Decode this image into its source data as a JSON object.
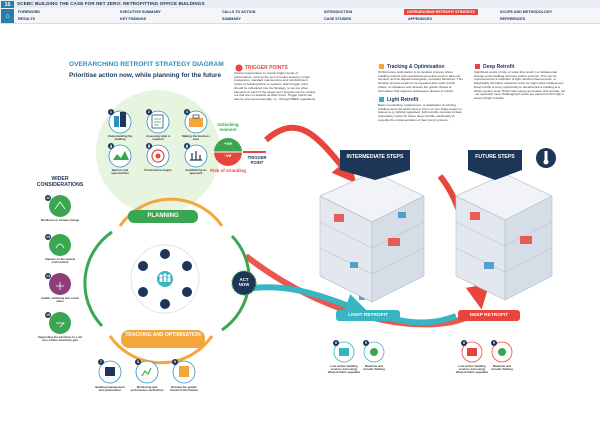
{
  "header": {
    "page_number": "16",
    "brand": "SCEBC BUILDING THE CASE FOR NET ZERO: RETROFITTING OFFICE BUILDINGS"
  },
  "nav": {
    "row1": [
      "FOREWORD",
      "EXECUTIVE SUMMARY",
      "CALLS TO ACTION",
      "INTRODUCTION",
      "OVERARCHING RETROFIT STRATEGY",
      "SCOPE AND METHODOLOGY"
    ],
    "row2": [
      "RESULTS",
      "KEY FINDINGS",
      "SUMMARY",
      "CASE STUDIES",
      "APPENDICES",
      "REFERENCES"
    ]
  },
  "title": "OVERARCHING RETROFIT STRATEGY DIAGRAM",
  "subtitle": "Prioritise action now, while planning for the future",
  "trigger": {
    "heading": "TRIGGER POINTS",
    "body": "Critical opportunities to 'unlock' higher levels of performance, such as the end of tenant lease(s), tenant possession, standard maintenance and refurbishment cycles of building fabric or systems. Each trigger point should be scheduled into the Strategy, to set out when elements of each of the longer-term projects can be carried out that are not feasible at other times. Trigger points can also be improved externally, i.e., through MEES regulations.",
    "label": "TRIGGER POINT"
  },
  "tracking_box": {
    "heading": "Tracking & Optimisation",
    "body": "Performance optimisation is an iterative process where building controls and operational set points need to take into account, and be adjusted alongside, occupant behaviour. This iterative process needs to be repeated after each retrofit phase, to rebalance and develop the golden thread of information that supports subsequent phases of retrofit."
  },
  "light_box": {
    "heading": "Light Retrofit",
    "body": "Basic remodelling, replacement, or adaptation of existing building elements which tend to focus on one single aspect or feature (e.g. lighting upgrades); light retrofits can also include preparatory works for future deep retrofits, particularly to expedite the implementation of heat pump systems."
  },
  "deep_box": {
    "heading": "Deep Retrofit",
    "body": "Significant works of size or scale that result in a fundamental change to the building structure and/or services. This can be represented as a collection of light retrofit enhancements, or individually disruptive measures such as major plant replacement. Deep retrofit is a key opportunity to decarbonise a building at a whole-system level; HVAC and energy generation and storage, etc. - an approach more challenging if works are carried out through a series of light retrofits."
  },
  "steps": [
    {
      "n": "1",
      "label": "Understanding the building"
    },
    {
      "n": "2",
      "label": "Assessing what is required"
    },
    {
      "n": "3",
      "label": "Making the business case"
    },
    {
      "n": "4",
      "label": "Barriers and opportunities"
    },
    {
      "n": "5",
      "label": "Performance targets"
    },
    {
      "n": "6",
      "label": "Establishing an approach"
    }
  ],
  "unlock": {
    "unlocking": "Unlocking moment",
    "pos": "+ve",
    "neg": "-ve",
    "risk": "Risk of stranding"
  },
  "wider": {
    "heading": "WIDER CONSIDERATIONS",
    "items": [
      {
        "n": "12",
        "label": "Resilience to climate change"
      },
      {
        "n": "13",
        "label": "Impacts on the natural environment"
      },
      {
        "n": "14",
        "label": "Health, wellbeing and social value"
      },
      {
        "n": "15",
        "label": "Supporting the transition to a net zero carbon electricity grid"
      }
    ]
  },
  "cycle": {
    "planning": "PLANNING",
    "tracking": "TRACKING AND OPTIMISATION",
    "act": "ACT NOW"
  },
  "bottom_steps": [
    {
      "n": "7",
      "label": "Building management and optimisation"
    },
    {
      "n": "8",
      "label": "Monitoring and performance verification"
    },
    {
      "n": "9",
      "label": "Develop the golden thread of information"
    }
  ],
  "intermediate": "INTERMEDIATE STEPS",
  "future": "FUTURE STEPS",
  "light_tag": "LIGHT RETROFIT",
  "deep_tag": "DEEP RETROFIT",
  "light_steps": [
    {
      "n": "8",
      "label": "Low carbon building services and energy efficient fabric upgrades"
    },
    {
      "n": "9",
      "label": "Materials and circular thinking"
    }
  ],
  "deep_steps": [
    {
      "n": "8",
      "label": "Low carbon building services and energy efficient fabric upgrades"
    },
    {
      "n": "9",
      "label": "Materials and circular thinking"
    }
  ],
  "colors": {
    "blue": "#2e8fc4",
    "navy": "#1d3557",
    "orange": "#f4a53b",
    "green": "#3aa651",
    "red": "#e8453c",
    "teal": "#37b5c2"
  }
}
